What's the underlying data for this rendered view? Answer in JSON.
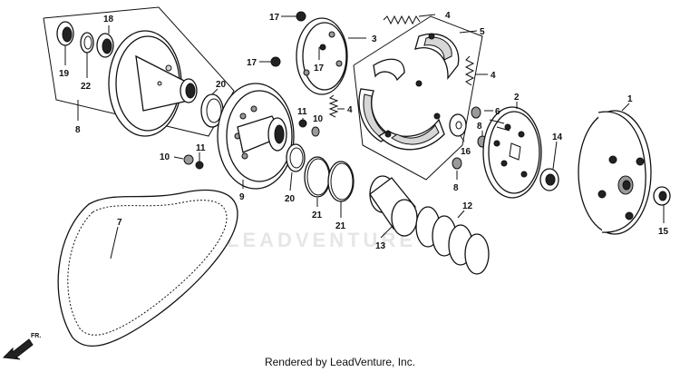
{
  "diagram": {
    "watermark": "LEADVENTURE",
    "footer": "Rendered by LeadVenture, Inc.",
    "direction_label": "FR.",
    "labels": [
      {
        "id": "p19",
        "text": "19"
      },
      {
        "id": "p22",
        "text": "22"
      },
      {
        "id": "p18",
        "text": "18"
      },
      {
        "id": "p8",
        "text": "8"
      },
      {
        "id": "p20a",
        "text": "20"
      },
      {
        "id": "p17a",
        "text": "17"
      },
      {
        "id": "p17b",
        "text": "17"
      },
      {
        "id": "p17c",
        "text": "17"
      },
      {
        "id": "p3",
        "text": "3"
      },
      {
        "id": "p4a",
        "text": "4"
      },
      {
        "id": "p5",
        "text": "5"
      },
      {
        "id": "p4b",
        "text": "4"
      },
      {
        "id": "p4c",
        "text": "4"
      },
      {
        "id": "p11a",
        "text": "11"
      },
      {
        "id": "p10a",
        "text": "10"
      },
      {
        "id": "p11b",
        "text": "11"
      },
      {
        "id": "p10b",
        "text": "10"
      },
      {
        "id": "p9",
        "text": "9"
      },
      {
        "id": "p20b",
        "text": "20"
      },
      {
        "id": "p21a",
        "text": "21"
      },
      {
        "id": "p21b",
        "text": "21"
      },
      {
        "id": "p16",
        "text": "16"
      },
      {
        "id": "p6",
        "text": "6"
      },
      {
        "id": "p8b",
        "text": "8"
      },
      {
        "id": "p8c",
        "text": "8"
      },
      {
        "id": "p2",
        "text": "2"
      },
      {
        "id": "p1",
        "text": "1"
      },
      {
        "id": "p14",
        "text": "14"
      },
      {
        "id": "p15",
        "text": "15"
      },
      {
        "id": "p12",
        "text": "12"
      },
      {
        "id": "p13",
        "text": "13"
      },
      {
        "id": "p7",
        "text": "7"
      }
    ]
  }
}
